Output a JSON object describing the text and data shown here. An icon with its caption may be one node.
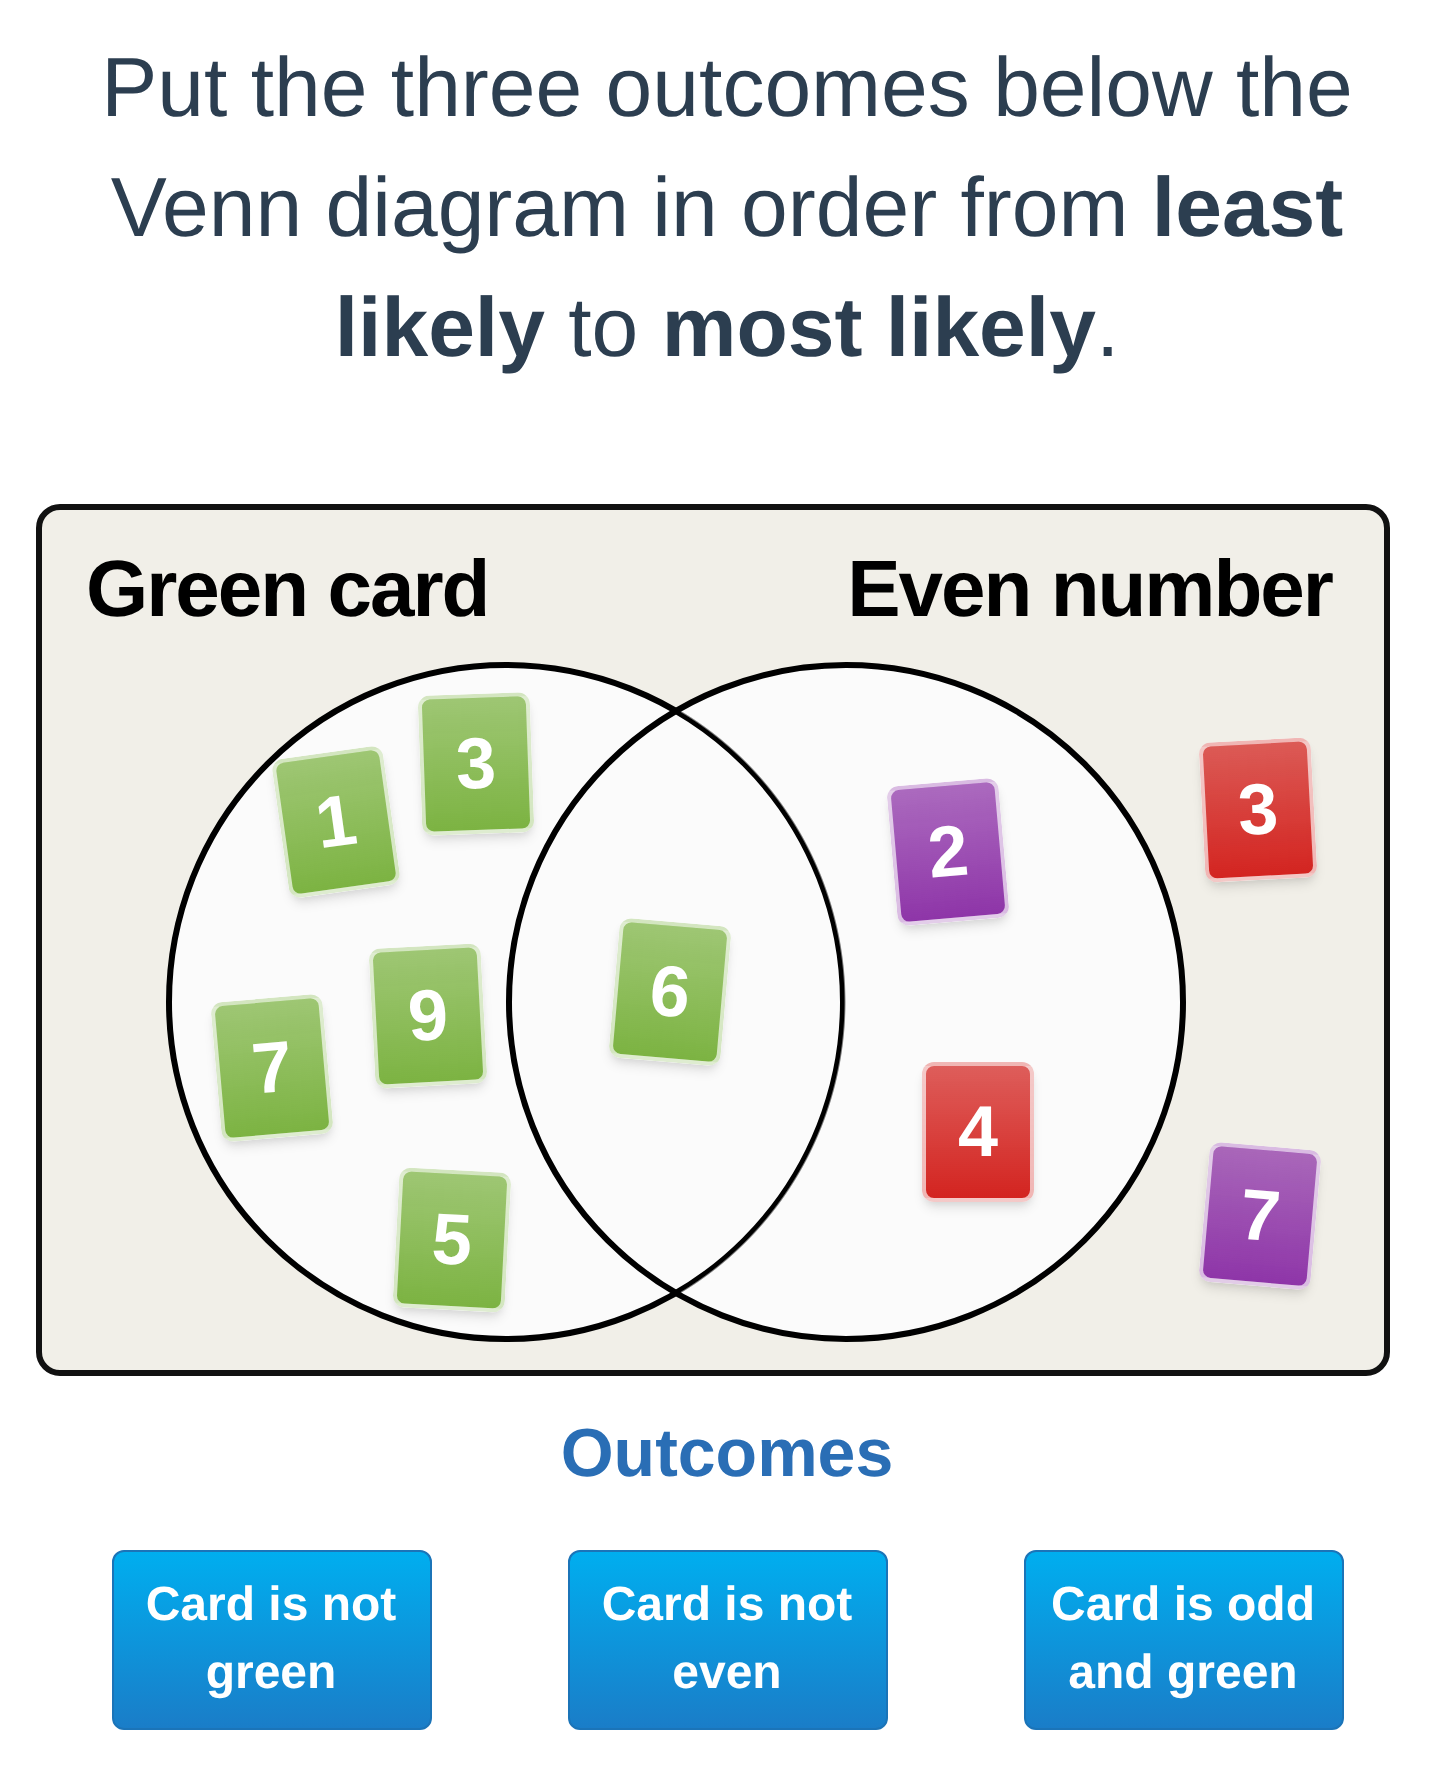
{
  "diagram": {
    "title": "Put the three outcomes below the Venn diagram in order from **least likely** to **most likely**.",
    "nodes": [
      {
        "text": [],
        "shape": "box"
      },
      {
        "text": [],
        "shape": "circle",
        "in": 0
      },
      {
        "text": [],
        "shape": "circle",
        "in": 0
      },
      {
        "text": [
          "3"
        ],
        "in": 1
      },
      {
        "text": [
          "1"
        ],
        "in": 1
      },
      {
        "text": [
          "9"
        ],
        "in": 1
      },
      {
        "text": [
          "7"
        ],
        "in": 1
      },
      {
        "text": [
          "5"
        ],
        "in": 1
      },
      {
        "text": [
          "6"
        ]
      },
      {
        "text": [
          "2"
        ],
        "in": 2
      },
      {
        "text": [
          "4"
        ],
        "in": 2
      },
      {
        "text": [
          "3"
        ],
        "in": 0
      },
      {
        "text": [
          "7"
        ],
        "in": 0
      },
      {
        "text": [
          "Card is not green"
        ]
      },
      {
        "text": [
          "Card is not even"
        ]
      },
      {
        "text": [
          "Card is odd and green"
        ]
      }
    ],
    "edges": [],
    "labels": [
      "Green card",
      "Even number",
      "Outcomes"
    ]
  }
}
